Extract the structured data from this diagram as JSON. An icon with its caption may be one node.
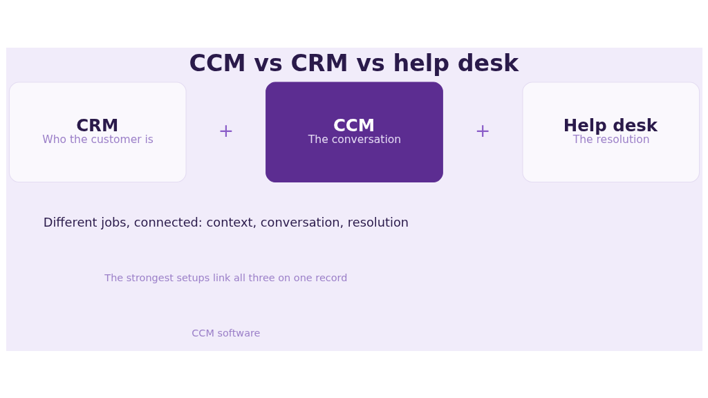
{
  "diagram": {
    "title": "CCM vs CRM vs help desk",
    "nodes": [
      {
        "text": [
          "CRM",
          "Who the customer is"
        ]
      },
      {
        "text": [
          "CCM",
          "The conversation"
        ]
      },
      {
        "text": [
          "Help desk",
          "The resolution"
        ]
      }
    ],
    "edges": [],
    "labels": [
      "+",
      "+",
      "Different jobs, connected: context, conversation, resolution",
      "The strongest setups link all three on one record",
      "CCM software"
    ]
  }
}
